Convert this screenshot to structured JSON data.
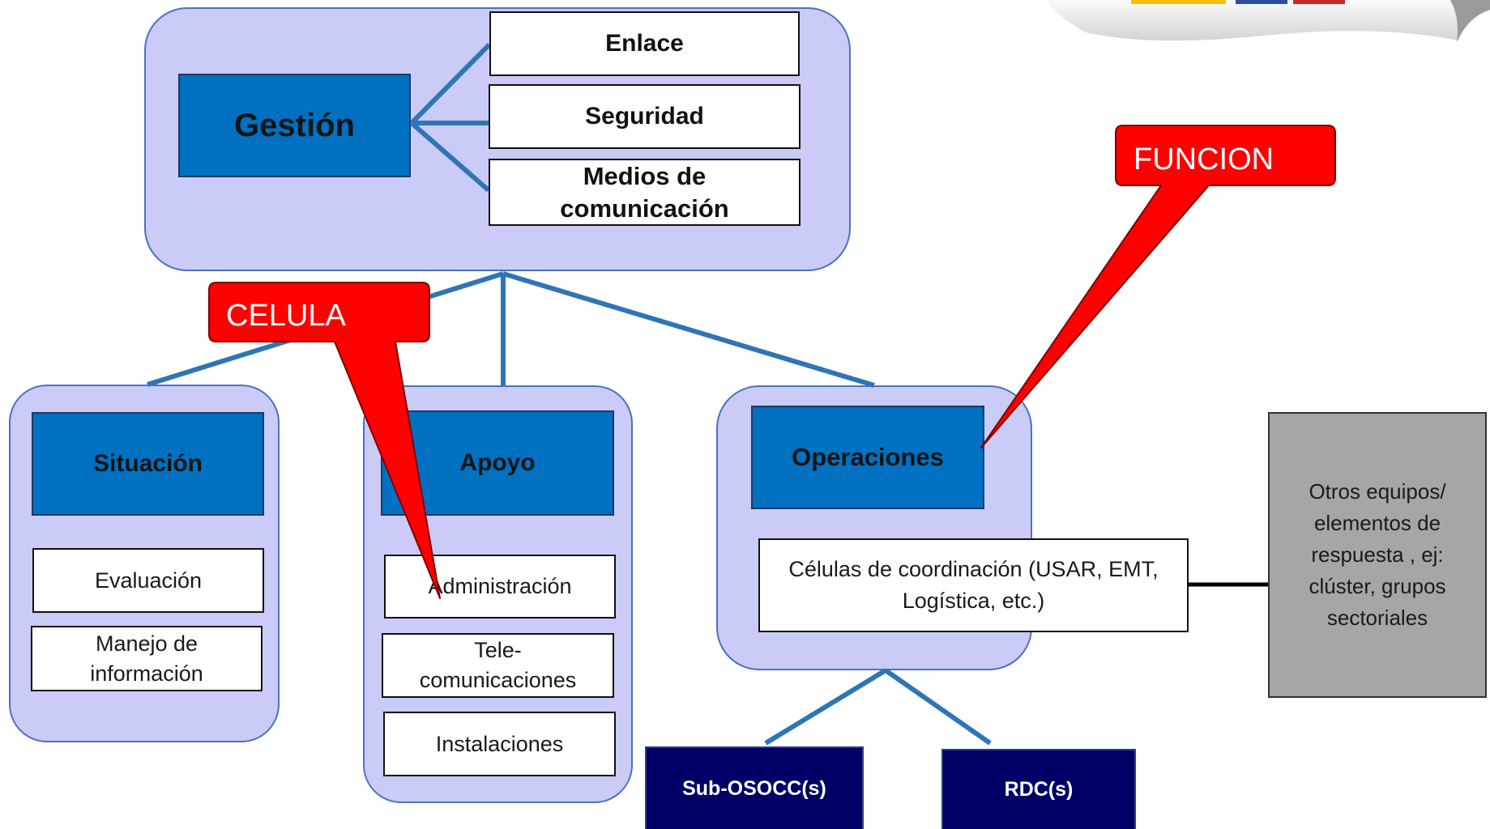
{
  "diagram": {
    "management": {
      "title": "Gestión",
      "units": [
        "Enlace",
        "Seguridad",
        "Medios de\ncomunicación"
      ]
    },
    "cells": [
      {
        "title": "Situación",
        "items": [
          "Evaluación",
          "Manejo de\ninformación"
        ]
      },
      {
        "title": "Apoyo",
        "items": [
          "Administración",
          "Tele-\ncomunicaciones",
          "Instalaciones"
        ]
      },
      {
        "title": "Operaciones",
        "items": [
          "Células de coordinación (USAR, EMT,\nLogística, etc.)"
        ]
      }
    ],
    "other_response": "Otros equipos/\nelementos de\nrespuesta , ej:\nclúster, grupos\nsectoriales",
    "sub_units": [
      "Sub-OSOCC(s)",
      "RDC(s)"
    ],
    "callouts": {
      "function": "FUNCION",
      "cell": "CELULA"
    }
  },
  "colors": {
    "group_fill": "#CACBF7",
    "group_border": "#4A72C2",
    "header_fill": "#0070C0",
    "header_border": "#1F3864",
    "connector": "#2F75B5",
    "link_line": "#000000",
    "other_fill": "#A6A6A6",
    "sub_unit_fill": "#000066",
    "callout_fill": "#FF0000",
    "callout_border": "#7F0000"
  }
}
